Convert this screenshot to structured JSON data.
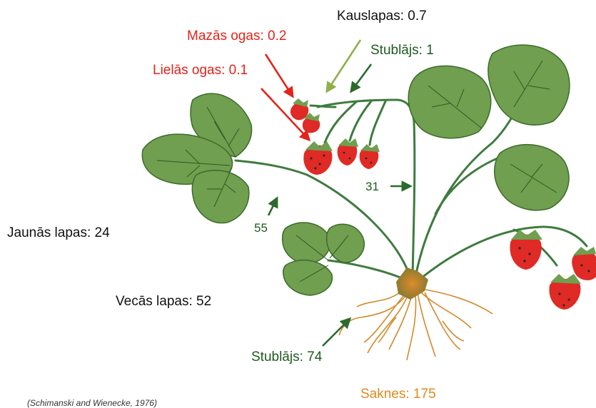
{
  "labels": {
    "kauslapas": "Kauslapas: 0.7",
    "mazas_ogas": "Mazās ogas: 0.2",
    "stublajs_top": "Stublājs: 1",
    "lielas_ogas": "Lielās ogas: 0.1",
    "jaunas_lapas": "Jaunās lapas: 24",
    "vecas_lapas": "Vecās lapas: 52",
    "stublajs_bottom": "Stublājs: 74",
    "saknes": "Saknes: 175",
    "value_31": "31",
    "value_55": "55",
    "citation": "(Schimanski and Wienecke, 1976)"
  },
  "colors": {
    "black_text": "#111111",
    "red_text": "#e2231a",
    "green_text": "#1f5a1f",
    "orange_text": "#e08a1e",
    "leaf": "#6f9f4f",
    "stem": "#3e7b3e",
    "root": "#d38a2c",
    "berry": "#e02a25"
  }
}
